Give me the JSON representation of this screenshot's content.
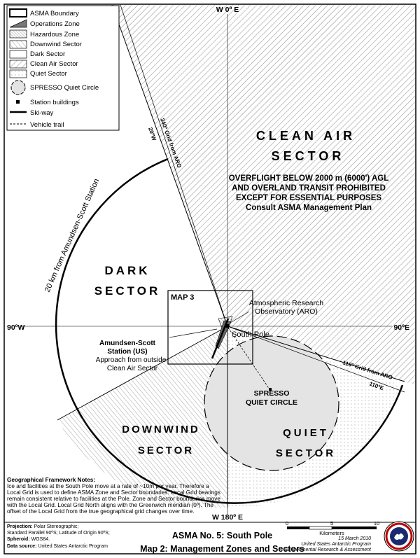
{
  "legend": {
    "items": [
      {
        "key": "asma-boundary",
        "label": "ASMA Boundary"
      },
      {
        "key": "operations-zone",
        "label": "Operations Zone"
      },
      {
        "key": "hazardous-zone",
        "label": "Hazardous Zone"
      },
      {
        "key": "downwind-sector",
        "label": "Downwind Sector"
      },
      {
        "key": "dark-sector",
        "label": "Dark Sector"
      },
      {
        "key": "clean-air-sector",
        "label": "Clean Air Sector"
      },
      {
        "key": "quiet-sector",
        "label": "Quiet Sector"
      },
      {
        "key": "spresso-circle",
        "label": "SPRESSO Quiet Circle"
      },
      {
        "key": "station-buildings",
        "label": "Station buildings"
      },
      {
        "key": "ski-way",
        "label": "Ski-way"
      },
      {
        "key": "vehicle-trail",
        "label": "Vehicle trail"
      }
    ]
  },
  "grid_labels": {
    "top": "W 0º E",
    "bottom": "W 180º E",
    "left": "90ºW",
    "right": "90ºE",
    "line_340": "340º Grid from ARO",
    "line_20w": "20ºW",
    "line_110": "110º Grid from ARO",
    "line_110e": "110ºE",
    "radius_label": "20 km from Amundsen-Scott Station"
  },
  "sectors": {
    "clean_air_line1": "CLEAN AIR",
    "clean_air_line2": "SECTOR",
    "clean_air_note1": "OVERFLIGHT BELOW 2000 m (6000') AGL",
    "clean_air_note2": "AND OVERLAND TRANSIT PROHIBITED",
    "clean_air_note3": "EXCEPT FOR ESSENTIAL PURPOSES",
    "clean_air_note4": "Consult ASMA Management Plan",
    "dark_line1": "DARK",
    "dark_line2": "SECTOR",
    "downwind_line1": "DOWNWIND",
    "downwind_line2": "SECTOR",
    "quiet_line1": "QUIET",
    "quiet_line2": "SECTOR"
  },
  "features": {
    "map3": "MAP 3",
    "aro_line1": "Atmospheric Research",
    "aro_line2": "Observatory (ARO)",
    "south_pole": "South Pole",
    "station_line1": "Amundsen-Scott",
    "station_line2": "Station (US)",
    "approach_line1": "Approach from outside",
    "approach_line2": "Clean Air Sector",
    "spresso_line1": "SPRESSO",
    "spresso_line2": "QUIET CIRCLE"
  },
  "scale": {
    "ticks": [
      "0",
      "5",
      "10"
    ],
    "unit": "Kilometers"
  },
  "notes": {
    "title": "Geographical Framework Notes:",
    "body": "Ice and facilities at the South Pole move at a rate of ~10m per year. Therefore a Local Grid is used to define ASMA Zone and Sector boundaries. Local Grid bearings remain consistent relative to facilities at the Pole. Zone and Sector boundaries move with the Local Grid. Local Grid North aligns with the Greenwich meridian (0º). The offset of the Local Grid from the true geographical grid changes over time."
  },
  "projection": {
    "projection_label": "Projection:",
    "projection_value": "Polar Stereographic;",
    "parallel": "Standard Parallel 90ºS; Latitude of Origin 90ºS;",
    "spheroid_label": "Spheroid:",
    "spheroid_value": "WGS84.",
    "source_label": "Data source:",
    "source_value": "United States Antarctic Program"
  },
  "footer": {
    "title1": "ASMA No. 5:  South Pole",
    "title2": "Map 2: Management Zones and Sectors",
    "date": "15 March 2010",
    "org1": "United States Antarctic Program",
    "org2": "Environmental Research & Assessment"
  }
}
